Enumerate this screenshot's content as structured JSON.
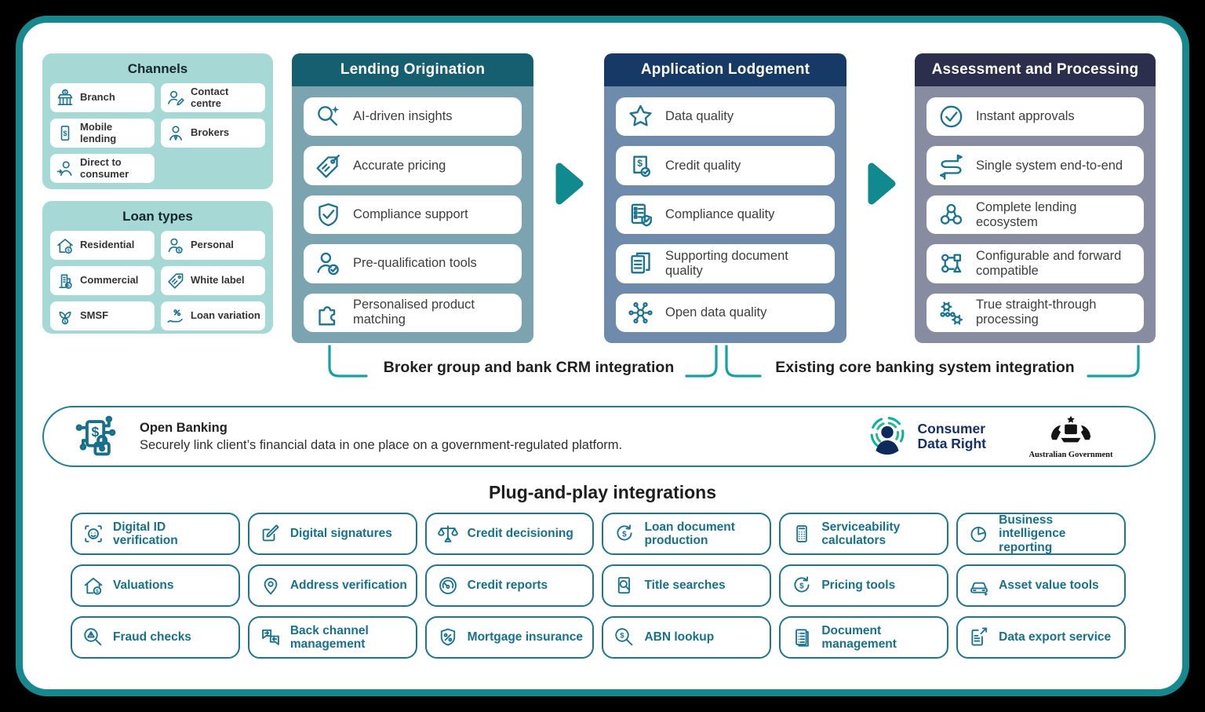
{
  "channels": {
    "title": "Channels",
    "items": [
      {
        "label": "Branch",
        "icon": "bank-dollar"
      },
      {
        "label": "Contact centre",
        "icon": "person-pencil"
      },
      {
        "label": "Mobile lending",
        "icon": "phone-dollar"
      },
      {
        "label": "Brokers",
        "icon": "person-tie"
      },
      {
        "label": "Direct to consumer",
        "icon": "person-arrow"
      }
    ]
  },
  "loan_types": {
    "title": "Loan types",
    "items": [
      {
        "label": "Residential",
        "icon": "house-dollar"
      },
      {
        "label": "Personal",
        "icon": "person-dollar"
      },
      {
        "label": "Commercial",
        "icon": "building-dollar"
      },
      {
        "label": "White label",
        "icon": "tag"
      },
      {
        "label": "SMSF",
        "icon": "plant-dollar"
      },
      {
        "label": "Loan variation",
        "icon": "hand-percent"
      }
    ]
  },
  "pipeline": {
    "stages": [
      {
        "title": "Lending Origination",
        "items": [
          {
            "label": "AI-driven insights",
            "icon": "magnifier-sparkle"
          },
          {
            "label": "Accurate pricing",
            "icon": "tag-pencil"
          },
          {
            "label": "Compliance support",
            "icon": "shield-check"
          },
          {
            "label": "Pre-qualification tools",
            "icon": "person-check"
          },
          {
            "label": "Personalised product matching",
            "icon": "puzzle"
          }
        ]
      },
      {
        "title": "Application Lodgement",
        "items": [
          {
            "label": "Data quality",
            "icon": "star"
          },
          {
            "label": "Credit quality",
            "icon": "document-dollar-check"
          },
          {
            "label": "Compliance quality",
            "icon": "checklist-shield"
          },
          {
            "label": "Supporting document quality",
            "icon": "documents"
          },
          {
            "label": "Open data quality",
            "icon": "network-hub"
          }
        ]
      },
      {
        "title": "Assessment and Processing",
        "items": [
          {
            "label": "Instant approvals",
            "icon": "circle-check"
          },
          {
            "label": "Single system end-to-end",
            "icon": "route-flags"
          },
          {
            "label": "Complete lending ecosystem",
            "icon": "three-circles"
          },
          {
            "label": "Configurable and forward compatible",
            "icon": "shape-nodes"
          },
          {
            "label": "True straight-through processing",
            "icon": "gears-chain"
          }
        ]
      }
    ]
  },
  "connectors": {
    "crm_label": "Broker group and bank CRM integration",
    "core_label": "Existing core banking system integration"
  },
  "open_banking": {
    "title": "Open Banking",
    "description": "Securely link client’s financial data in one place on a government-regulated platform.",
    "icon": "open-banking-lock",
    "cdr_line1": "Consumer",
    "cdr_line2": "Data Right",
    "gov_label": "Australian Government"
  },
  "plug_and_play": {
    "title": "Plug-and-play integrations",
    "items": [
      {
        "label": "Digital ID verification",
        "icon": "face-scan"
      },
      {
        "label": "Digital signatures",
        "icon": "pen-pad"
      },
      {
        "label": "Credit decisioning",
        "icon": "scales"
      },
      {
        "label": "Loan document production",
        "icon": "dollar-cycle"
      },
      {
        "label": "Serviceability calculators",
        "icon": "calculator"
      },
      {
        "label": "Business intelligence reporting",
        "icon": "pie-chart"
      },
      {
        "label": "Valuations",
        "icon": "house-dollar"
      },
      {
        "label": "Address verification",
        "icon": "map-pin"
      },
      {
        "label": "Credit reports",
        "icon": "gauge"
      },
      {
        "label": "Title searches",
        "icon": "document-magnifier"
      },
      {
        "label": "Pricing tools",
        "icon": "dollar-cycle"
      },
      {
        "label": "Asset value tools",
        "icon": "car-sparkle"
      },
      {
        "label": "Fraud checks",
        "icon": "magnifier-warning"
      },
      {
        "label": "Back channel management",
        "icon": "chat-arrows"
      },
      {
        "label": "Mortgage insurance",
        "icon": "shield-percent"
      },
      {
        "label": "ABN lookup",
        "icon": "magnifier-dollar"
      },
      {
        "label": "Document management",
        "icon": "document-list"
      },
      {
        "label": "Data export service",
        "icon": "document-arrow"
      }
    ]
  },
  "colors": {
    "frame_border": "#17898e",
    "light_teal_panel": "#a6d9d5",
    "lending_header": "#155f71",
    "lending_body": "#7ba4b0",
    "lodgement_header": "#163a65",
    "lodgement_body": "#6f8bab",
    "assessment_header": "#2b2e4d",
    "assessment_body": "#888ca0",
    "flow_arrow": "#108a8f",
    "bracket_line": "#14a0a5",
    "integration_outline": "#1d768f",
    "integration_text": "#17708c",
    "cdr_navy": "#14306a"
  }
}
